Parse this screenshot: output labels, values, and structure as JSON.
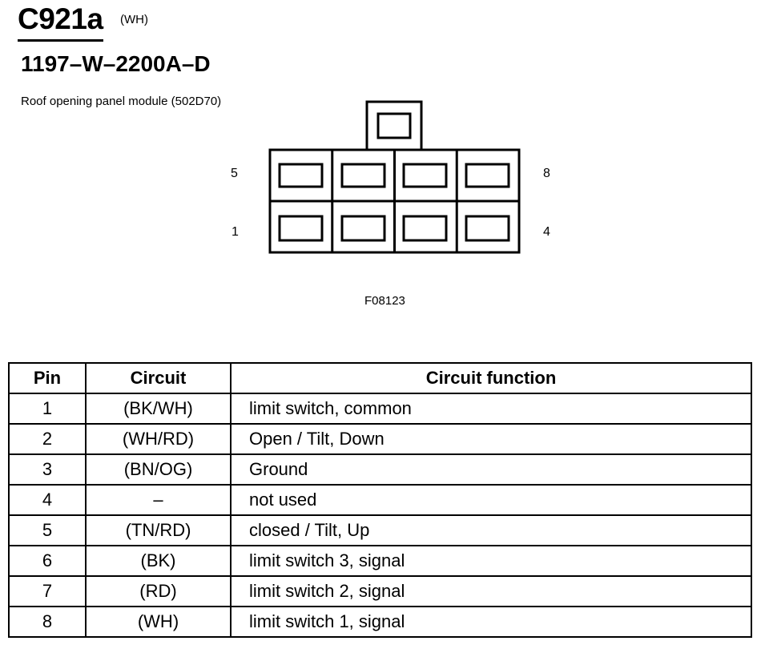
{
  "header": {
    "connector_id": "C921a",
    "color_code": "(WH)",
    "part_number": "1197–W–2200A–D",
    "component": "Roof opening panel module (502D70)"
  },
  "diagram": {
    "pin_labels": {
      "top_left": "5",
      "top_right": "8",
      "bottom_left": "1",
      "bottom_right": "4"
    },
    "figure_id": "F08123"
  },
  "pin_table": {
    "headers": [
      "Pin",
      "Circuit",
      "Circuit function"
    ],
    "rows": [
      {
        "pin": "1",
        "circuit": "(BK/WH)",
        "function": "limit switch, common"
      },
      {
        "pin": "2",
        "circuit": "(WH/RD)",
        "function": "Open / Tilt, Down"
      },
      {
        "pin": "3",
        "circuit": "(BN/OG)",
        "function": "Ground"
      },
      {
        "pin": "4",
        "circuit": "–",
        "function": "not used"
      },
      {
        "pin": "5",
        "circuit": "(TN/RD)",
        "function": "closed / Tilt, Up"
      },
      {
        "pin": "6",
        "circuit": "(BK)",
        "function": "limit switch 3, signal"
      },
      {
        "pin": "7",
        "circuit": "(RD)",
        "function": "limit switch 2, signal"
      },
      {
        "pin": "8",
        "circuit": "(WH)",
        "function": "limit switch 1, signal"
      }
    ]
  }
}
